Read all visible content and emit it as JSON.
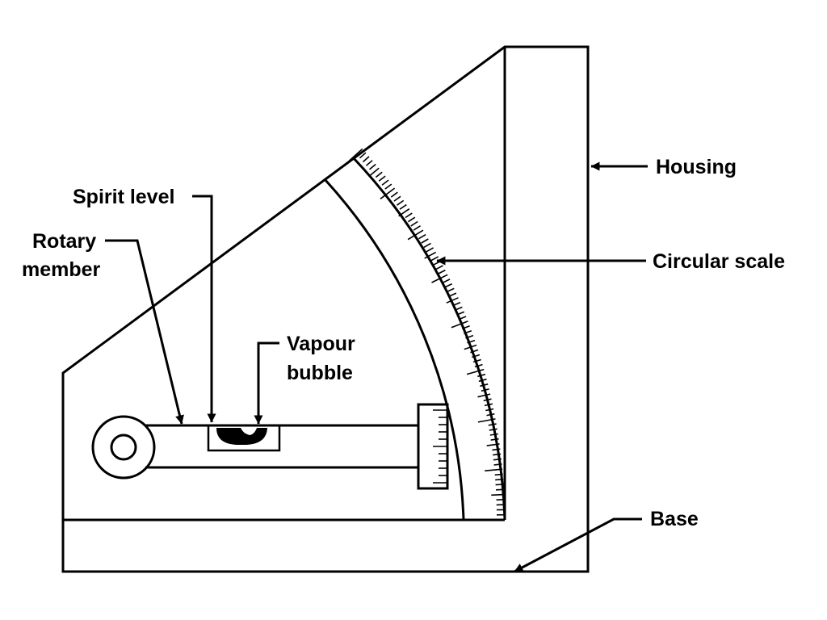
{
  "labels": {
    "housing": "Housing",
    "spirit_level": "Spirit level",
    "rotary_line1": "Rotary",
    "rotary_line2": "member",
    "vapour_line1": "Vapour",
    "vapour_line2": "bubble",
    "circular_scale": "Circular scale",
    "base": "Base"
  },
  "colors": {
    "stroke": "#000000",
    "background": "#ffffff"
  }
}
